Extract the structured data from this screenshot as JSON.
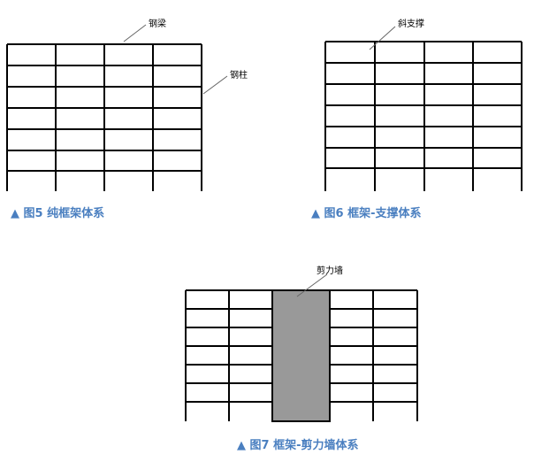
{
  "figures": [
    {
      "caption": "▲ 图5  纯框架体系",
      "labels": [
        "钢梁",
        "钢柱"
      ]
    },
    {
      "caption": "▲ 图6  框架-支撑体系",
      "labels": [
        "斜支撑"
      ]
    },
    {
      "caption": "▲ 图7  框架-剪力墙体系",
      "labels": [
        "剪力墙"
      ]
    }
  ],
  "colors": {
    "caption": "#4a7fc0",
    "wall": "#999999",
    "line": "#000000",
    "leader": "#666666"
  }
}
